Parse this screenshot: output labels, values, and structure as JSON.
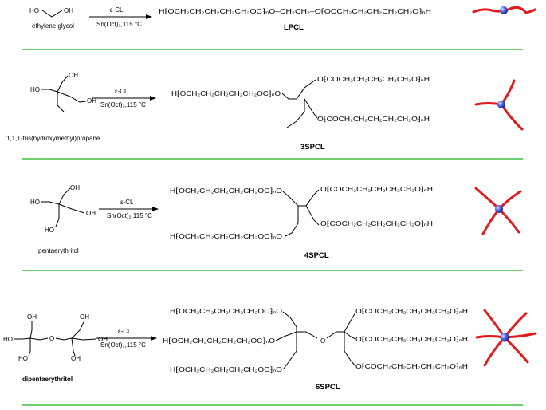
{
  "conditions": {
    "reagent": "ε-CL",
    "catalyst": "Sn(Oct)₂,115 °C"
  },
  "rows": [
    {
      "starting_material": "ethylene glycol",
      "product": "LPCL",
      "chains": [
        "H⁅OCH₂CH₂CH₂CH₂CH₂OC⁆ₙO–CH₂CH₂–O⁅OCCH₂CH₂CH₂CH₂CH₂O⁆ₙH"
      ]
    },
    {
      "starting_material": "1,1,1-tris(hydroxymethyl)propane",
      "product": "3SPCL",
      "chains": [
        "H⁅OCH₂CH₂CH₂CH₂CH₂OC⁆ₙO",
        "O⁅COCH₂CH₂CH₂CH₂CH₂O⁆ₙH",
        "O⁅COCH₂CH₂CH₂CH₂CH₂O⁆ₙH"
      ]
    },
    {
      "starting_material": "pentaerythritol",
      "product": "4SPCL",
      "chains": [
        "H⁅OCH₂CH₂CH₂CH₂CH₂OC⁆ₙO",
        "O⁅COCH₂CH₂CH₂CH₂CH₂O⁆ₙH",
        "H⁅OCH₂CH₂CH₂CH₂CH₂OC⁆ₙO",
        "O⁅COCH₂CH₂CH₂CH₂CH₂O⁆ₙH"
      ]
    },
    {
      "starting_material": "dipentaerythritol",
      "product": "6SPCL",
      "chains": [
        "H⁅OCH₂CH₂CH₂CH₂CH₂OC⁆ₙO",
        "H⁅OCH₂CH₂CH₂CH₂CH₂OC⁆ₙO",
        "H⁅OCH₂CH₂CH₂CH₂CH₂OC⁆ₙO",
        "O⁅COCH₂CH₂CH₂CH₂CH₂O⁆ₙH",
        "O⁅COCH₂CH₂CH₂CH₂CH₂O⁆ₙH",
        "O⁅COCH₂CH₂CH₂CH₂CH₂O⁆ₙH"
      ]
    }
  ],
  "atom_labels": {
    "ho": "HO",
    "oh": "OH",
    "o": "O"
  },
  "colors": {
    "separator": "#3fbf3f",
    "arm": "#e31a1c",
    "core": "#3a4fd6"
  }
}
